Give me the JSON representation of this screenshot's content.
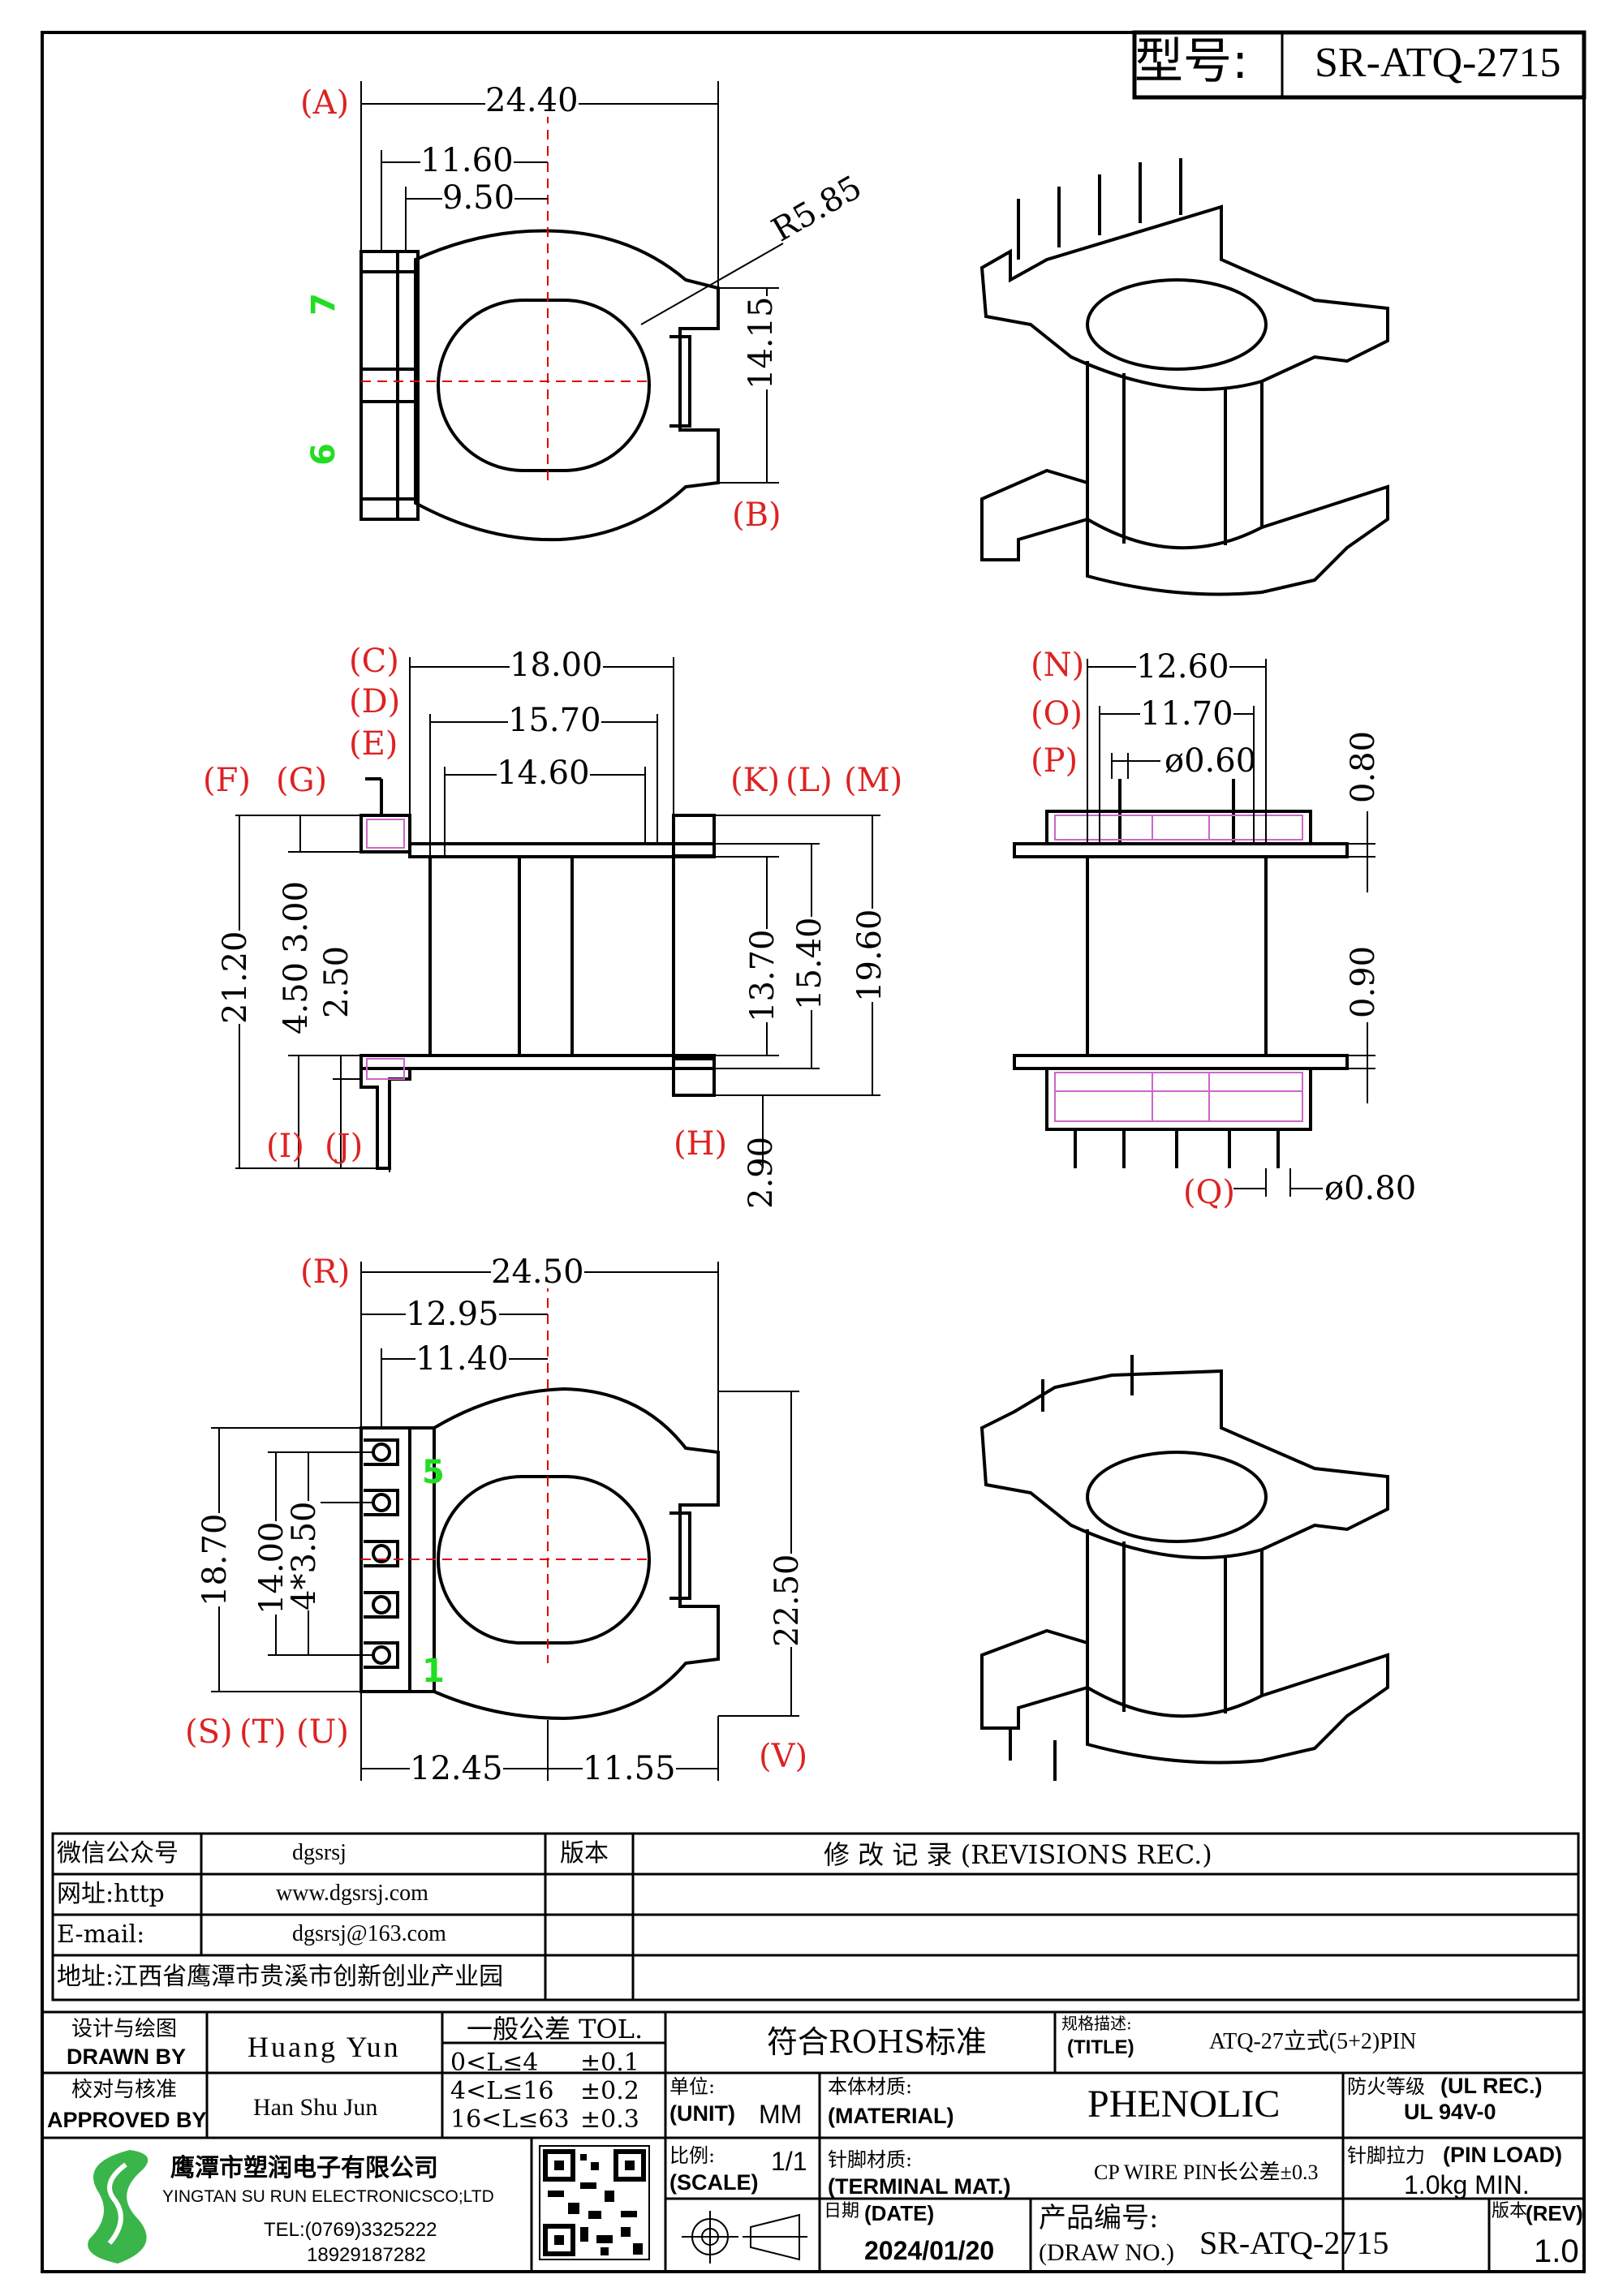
{
  "header": {
    "model_label": "型号:",
    "model_value": "SR-ATQ-2715"
  },
  "top_view": {
    "dims": {
      "overall_width": "24.40",
      "to_pin_11_60": "11.60",
      "to_core_9_50": "9.50",
      "radius": "R5.85",
      "height_14_15": "14.15"
    },
    "refs": [
      "(A)",
      "(B)"
    ],
    "pins": [
      "7",
      "6"
    ]
  },
  "front_view": {
    "dims": {
      "w18": "18.00",
      "w15_70": "15.70",
      "w14_60": "14.60",
      "h21_20": "21.20",
      "h4_50": "4.50",
      "h3_00": "3.00",
      "h2_50": "2.50",
      "h13_70": "13.70",
      "h15_40": "15.40",
      "h19_60": "19.60",
      "h2_90": "2.90"
    },
    "refs": [
      "(C)",
      "(D)",
      "(E)",
      "(F)",
      "(G)",
      "(K)",
      "(L)",
      "(M)",
      "(I)",
      "(J)",
      "(H)"
    ]
  },
  "side_view": {
    "dims": {
      "w12_60": "12.60",
      "w11_70": "11.70",
      "d0_60": "ø0.60",
      "h0_80": "0.80",
      "h0_90": "0.90",
      "d0_80": "ø0.80"
    },
    "refs": [
      "(N)",
      "(O)",
      "(P)",
      "(Q)"
    ]
  },
  "bottom_view": {
    "dims": {
      "w24_50": "24.50",
      "w12_95": "12.95",
      "w11_40": "11.40",
      "h18_70": "18.70",
      "h14_00": "14.00",
      "pitch": "4*3.50",
      "h22_50": "22.50",
      "w12_45": "12.45",
      "w11_55": "11.55"
    },
    "refs": [
      "(R)",
      "(S)",
      "(T)",
      "(U)",
      "(V)"
    ],
    "pins": [
      "5",
      "1"
    ]
  },
  "info_table": {
    "rows": [
      {
        "label": "微信公众号",
        "value": "dgsrsj"
      },
      {
        "label": "网址:http",
        "value": "www.dgsrsj.com"
      },
      {
        "label": "E-mail:",
        "value": "dgsrsj@163.com"
      }
    ],
    "address": "地址:江西省鹰潭市贵溪市创新创业产业园",
    "version_header": "版本",
    "revisions_header": "修 改 记 录 (REVISIONS REC.)"
  },
  "title_block": {
    "drawn_by_cn": "设计与绘图",
    "drawn_by_en": "DRAWN BY",
    "drawn_by_name": "Huang Yun",
    "approved_cn": "校对与核准",
    "approved_en": "APPROVED BY",
    "approved_name": "Han Shu Jun",
    "tol_title": "一般公差 TOL.",
    "tol_rows": [
      {
        "range": "0<L≤4",
        "tol": "±0.1"
      },
      {
        "range": "4<L≤16",
        "tol": "±0.2"
      },
      {
        "range": "16<L≤63",
        "tol": "±0.3"
      }
    ],
    "rohs": "符合ROHS标准",
    "title_cn": "规格描述:",
    "title_en": "(TITLE)",
    "title_value": "ATQ-27立式(5+2)PIN",
    "unit_cn": "单位:",
    "unit_en": "(UNIT)",
    "unit_value": "MM",
    "material_cn": "本体材质:",
    "material_en": "(MATERIAL)",
    "material_value": "PHENOLIC",
    "ul_cn": "防火等级",
    "ul_en": "(UL REC.)",
    "ul_value": "UL 94V-0",
    "scale_cn": "比例:",
    "scale_en": "(SCALE)",
    "scale_value": "1/1",
    "terminal_cn": "针脚材质:",
    "terminal_en": "(TERMINAL MAT.)",
    "terminal_value": "CP WIRE  PIN长公差±0.3",
    "pin_load_cn": "针脚拉力",
    "pin_load_en": "(PIN LOAD)",
    "pin_load_value": "1.0kg MIN.",
    "date_cn": "日期",
    "date_en": "(DATE)",
    "date_value": "2024/01/20",
    "drawno_cn": "产品编号:",
    "drawno_en": "(DRAW NO.)",
    "drawno_value": "SR-ATQ-2715",
    "rev_cn": "版本",
    "rev_en": "(REV)",
    "rev_value": "1.0",
    "company_cn": "鹰潭市塑润电子有限公司",
    "company_en": "YINGTAN SU RUN ELECTRONICSCO;LTD",
    "tel": "TEL:(0769)3325222",
    "mobile": "18929187282"
  },
  "colors": {
    "line": "#000000",
    "dim_ref": "#dd2222",
    "pin_label": "#22cc22",
    "centerline": "#dd0000",
    "hidden": "#cc66cc"
  }
}
